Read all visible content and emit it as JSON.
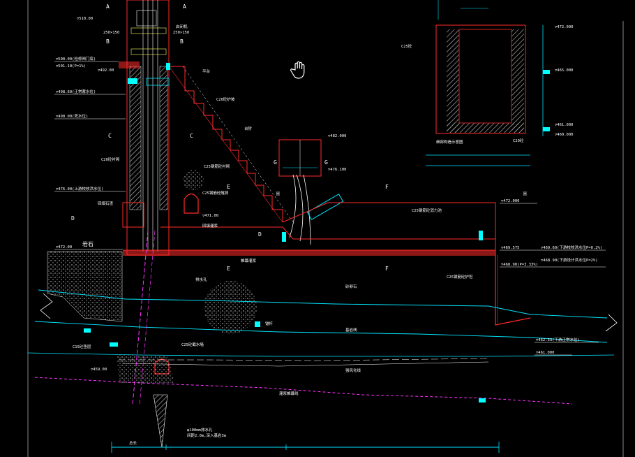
{
  "viewport": {
    "background": "#000000",
    "colors": {
      "outline": "#ff2a2a",
      "dim": "#00e5ff",
      "text": "#ffffff",
      "ground": "#ff33ff",
      "hatch": "#bfbfbf",
      "marker": "#00ffff",
      "yellow": "#ffff66"
    }
  },
  "section_marks": {
    "a": "A",
    "b": "B",
    "c": "C",
    "d": "D",
    "e": "E",
    "f": "F",
    "g": "G",
    "h": "H"
  },
  "elevations": {
    "top_left": "▽510.00",
    "gate_sill_1": "▽500.00(检修闸门底)",
    "gate_sill_2": "▽492.00",
    "water_level_1": "▽501.10(P=1%)",
    "water_level_2": "▽498.60(正常蓄水位)",
    "water_level_3": "▽490.00(死水位)",
    "upstream_level": "▽476.00(上游校核洪水位)",
    "channel_top": "▽472.00",
    "channel_mid": "▽471.00",
    "right_top": "▽472.000",
    "right_b1": "▽469.575",
    "right_b2": "▽469.60(下游校核洪水位P=0.2%)",
    "right_b3": "▽468.90(下游设计洪水位P=2%)",
    "right_b4": "▽468.90(P=3.33%)",
    "bottom_1": "▽462.33(下游正常水位)",
    "bottom_2": "▽461.000",
    "bottom_3": "▽459.00",
    "inset_1": "▽472.000",
    "inset_2": "▽465.000",
    "inset_3": "▽461.000",
    "inset_4": "▽460.000",
    "gate_top": "▽482.000",
    "gate_low": "▽476.100"
  },
  "labels": {
    "shaft_size": "250×150",
    "shaft_size2": "250×150",
    "hoist": "启闭机",
    "platform": "平台",
    "c20_concrete": "C20砼衬砌",
    "c25_lining": "C25钢筋砼衬砌",
    "steps": "台阶",
    "slope": "C20砼护坡",
    "stilling": "C25钢筋砼消力池",
    "tunnel": "C25钢筋砼隧洞",
    "backfill": "回填灌浆",
    "curtain": "帷幕灌浆",
    "rock": "岩石",
    "fill": "回填石渣",
    "c15_base": "C15砼垫层",
    "drain": "排水孔",
    "anchor": "锚杆",
    "inset_label": "细部构造示意图",
    "inset_wall": "C25砼",
    "inset_floor": "C20砼",
    "gravel": "砂卵石",
    "bedrock": "基岩线",
    "weathered": "强风化线",
    "grout_line": "灌浆帷幕线",
    "apron": "C25钢筋砼护坦",
    "pile": "φ100mm排水孔",
    "pile_note": "间距2.0m,深入基岩3m",
    "cutoff": "C25砼截水墙",
    "dim_total": "总长"
  }
}
